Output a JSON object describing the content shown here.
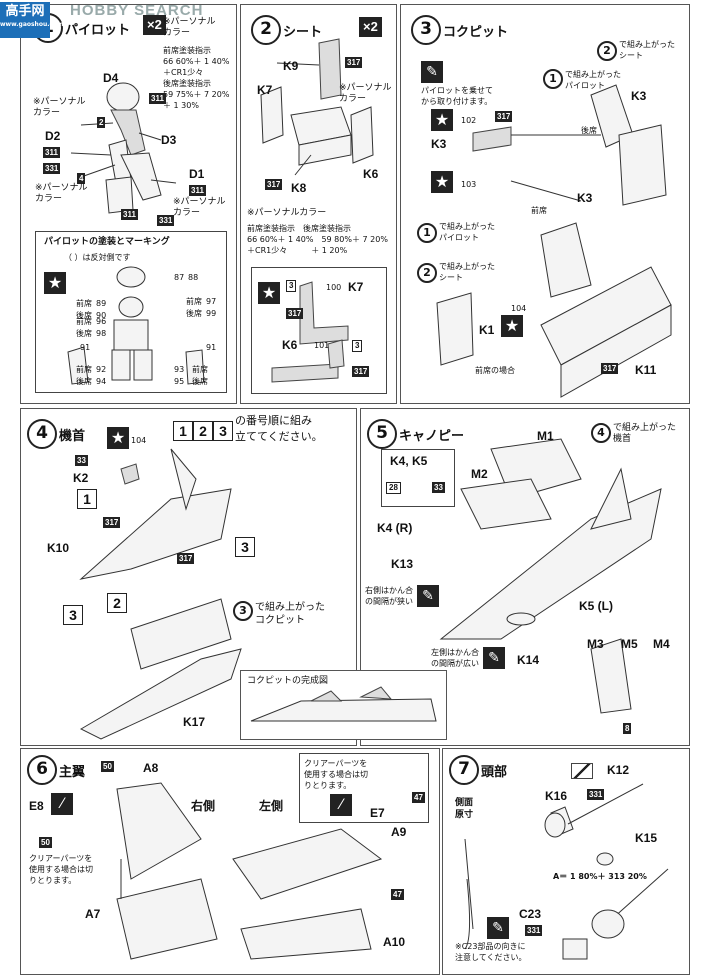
{
  "step1": {
    "num": "1",
    "title": "パイロット",
    "qty": "×2",
    "parts": {
      "d4": "D4",
      "d2": "D2",
      "d3": "D3",
      "d1": "D1"
    },
    "personal": "※パーソナル\nカラー",
    "personal_note": "前席塗装指示\n66 60%＋ 1 40%\n＋CR1少々\n後席塗装指示\n59 75%＋ 7 20%\n＋ 1 30%",
    "colors": {
      "c311": "311",
      "c2": "2",
      "c331": "331",
      "c4": "4",
      "c331b": "331"
    },
    "marking_title": "パイロットの塗装とマーキング",
    "marking_sub": "（ ）は反対側です",
    "marking_nums": [
      "87",
      "88",
      "89",
      "90",
      "96",
      "97",
      "98",
      "99",
      "91",
      "92",
      "93",
      "94",
      "95"
    ],
    "seat_front": "前席",
    "seat_rear": "後席"
  },
  "step2": {
    "num": "2",
    "title": "シート",
    "qty": "×2",
    "parts": {
      "k9": "K9",
      "k7": "K7",
      "k8": "K8",
      "k6": "K6"
    },
    "colors": {
      "c317a": "317",
      "c317b": "317"
    },
    "personal": "※パーソナル\nカラー",
    "personal_title": "※パーソナルカラー",
    "personal_note": "前席塗装指示　後席塗装指示\n66 60%＋ 1 40%　59 80%＋ 7 20%\n＋CR1少々　　　＋ 1 20%",
    "inset": {
      "k7": "K7",
      "k6": "K6",
      "n3a": "3",
      "n3b": "3",
      "c317a": "317",
      "c317b": "317",
      "d100": "100",
      "d101": "101"
    }
  },
  "step3": {
    "num": "3",
    "title": "コクピット",
    "brush_note": "パイロットを乗せて\nから取り付けます。",
    "k3": "K3",
    "k3b": "K3",
    "k3c": "K3",
    "k1": "K1",
    "k11": "K11",
    "d102": "102",
    "d103": "103",
    "d104": "104",
    "c317": "317",
    "c317b": "317",
    "ref2a": "で組み上がった\nシート",
    "ref1a": "で組み上がった\nパイロット",
    "ref1b": "で組み上がった\nパイロット",
    "ref2b": "で組み上がった\nシート",
    "rear": "後席",
    "front": "前席",
    "front_case": "前席の場合"
  },
  "step4": {
    "num": "4",
    "title": "機首",
    "order_text": "の番号順に組み\n立ててください。",
    "order": [
      "1",
      "2",
      "3"
    ],
    "parts": {
      "k2": "K2",
      "k10": "K10",
      "k17": "K17"
    },
    "c33": "33",
    "c317a": "317",
    "c317b": "317",
    "d104": "104",
    "ref3": "で組み上がった\nコクピット",
    "done": "コクピットの完成図"
  },
  "step5": {
    "num": "5",
    "title": "キャノピー",
    "k45": "K4, K5",
    "c28": "28",
    "c33": "33",
    "parts": {
      "m1": "M1",
      "m2": "M2",
      "k4r": "K4 (R)",
      "k13": "K13",
      "k5l": "K5 (L)",
      "k14": "K14",
      "m3": "M3",
      "m5": "M5",
      "m4": "M4"
    },
    "ref4": "で組み上がった\n機首",
    "right_note": "右側はかん合\nの間隔が狭い",
    "left_note": "左側はかん合\nの間隔が広い",
    "c8": "8"
  },
  "step6": {
    "num": "6",
    "title": "主翼",
    "d50a": "50",
    "d50b": "50",
    "d47a": "47",
    "d47b": "47",
    "parts": {
      "a8": "A8",
      "e8": "E8",
      "a7": "A7",
      "a9": "A9",
      "a10": "A10",
      "e7": "E7"
    },
    "right": "右側",
    "left": "左側",
    "clear_note": "クリアーパーツを\n使用する場合は切\nりとります。",
    "clear_note2": "クリアーパーツを\n使用する場合は切\nりとります。"
  },
  "step7": {
    "num": "7",
    "title": "頭部",
    "side": "側面\n原寸",
    "parts": {
      "k12": "K12",
      "k16": "K16",
      "k15": "K15",
      "c23": "C23"
    },
    "c331a": "331",
    "c331b": "331",
    "mix": "A＝ 1 80%＋ 313 20%",
    "c23_note": "※C23部品の向きに\n注意してください。"
  },
  "watermark": {
    "site": "HOBBY SEARCH",
    "cn": "高手网",
    "url": "www.gaoshou.com"
  }
}
